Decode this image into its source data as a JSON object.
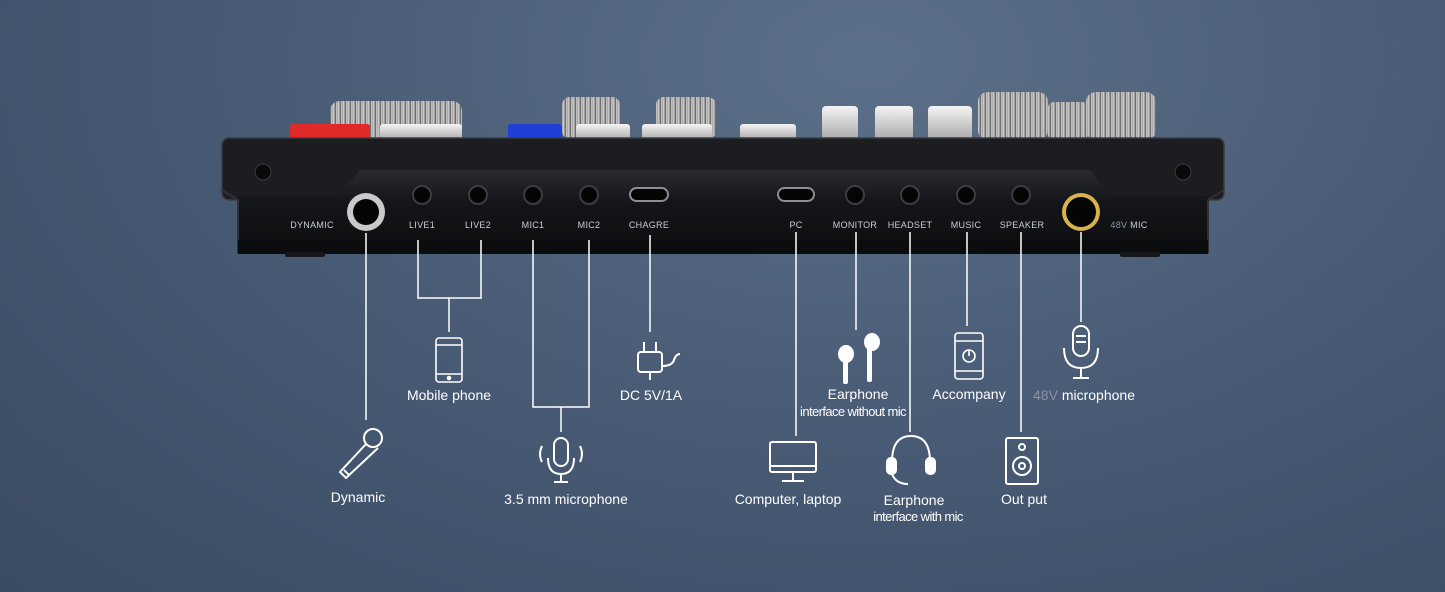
{
  "panel": {
    "port_labels": {
      "dynamic": "DYNAMIC",
      "live1": "LIVE1",
      "live2": "LIVE2",
      "mic1": "MIC1",
      "mic2": "MIC2",
      "charge": "CHAGRE",
      "pc": "PC",
      "monitor": "MONITOR",
      "headset": "HEADSET",
      "music": "MUSIC",
      "speaker": "SPEAKER",
      "mic48_prefix": "48V",
      "mic48": "MIC"
    }
  },
  "callouts": {
    "mobile_phone": "Mobile phone",
    "dc": "DC 5V/1A",
    "dynamic": "Dynamic",
    "mic35": "3.5 mm microphone",
    "earphone_line1": "Earphone",
    "earphone_line2": "interface without mic",
    "accompany": "Accompany",
    "microphone_prefix": "48V",
    "microphone": "microphone",
    "computer": "Computer,  laptop",
    "headset_line1": "Earphone",
    "headset_line2": "interface with mic",
    "output": "Out put"
  },
  "colors": {
    "background": "#4a5c76",
    "device_body": "#151619",
    "line": "#ffffff",
    "red_button": "#e02a2a",
    "blue_button": "#1f3fd6",
    "gold_ring": "#d8b24a"
  }
}
